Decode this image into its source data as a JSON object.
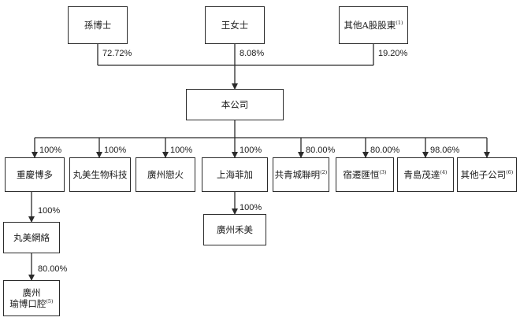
{
  "shareholders": {
    "sun": "孫博士",
    "wang": "王女士",
    "other_a": "其他A股股東",
    "other_a_note": "(1)"
  },
  "company": "本公司",
  "subsidiaries": {
    "chongqing": "重慶博多",
    "wanmei_bio": "丸美生物科技",
    "guangzhou_lianhuo": "廣州戀火",
    "shanghai_feijia": "上海菲加",
    "gongqingcheng": "共青城聯明",
    "gongqingcheng_note": "(2)",
    "suqian": "宿遷匯恒",
    "suqian_note": "(3)",
    "qingdao": "青島茂達",
    "qingdao_note": "(4)",
    "others": "其他子公司",
    "others_note": "(6)",
    "guangzhou_hemei": "廣州禾美",
    "wanmei_network": "丸美網絡",
    "guangzhou_yubo_line1": "廣州",
    "guangzhou_yubo_line2": "瑜博口腔",
    "guangzhou_yubo_note": "(5)"
  },
  "ownership": {
    "sun": "72.72%",
    "wang": "8.08%",
    "other_a": "19.20%",
    "chongqing": "100%",
    "wanmei_bio": "100%",
    "guangzhou_lianhuo": "100%",
    "shanghai_feijia": "100%",
    "gongqingcheng": "80.00%",
    "suqian": "80.00%",
    "qingdao": "98.06%",
    "guangzhou_hemei": "100%",
    "wanmei_network": "100%",
    "guangzhou_yubo": "80.00%"
  },
  "colors": {
    "line": "#2b2b2b",
    "text": "#1a1a1a",
    "background": "#ffffff"
  }
}
